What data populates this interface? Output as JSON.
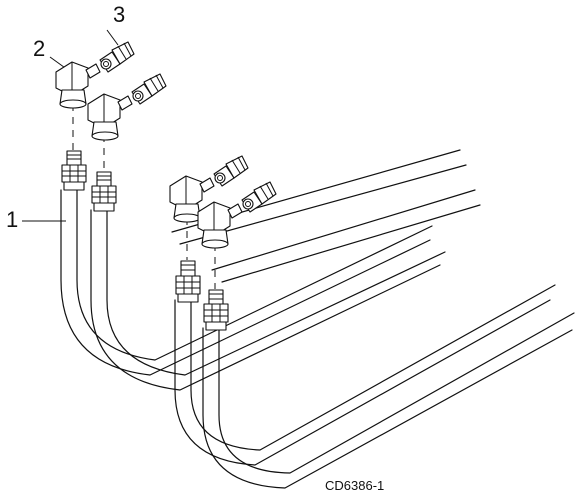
{
  "diagram": {
    "callouts": [
      {
        "id": "1",
        "label": "1"
      },
      {
        "id": "2",
        "label": "2"
      },
      {
        "id": "3",
        "label": "3"
      }
    ],
    "figure_id": "CD6386-1"
  }
}
